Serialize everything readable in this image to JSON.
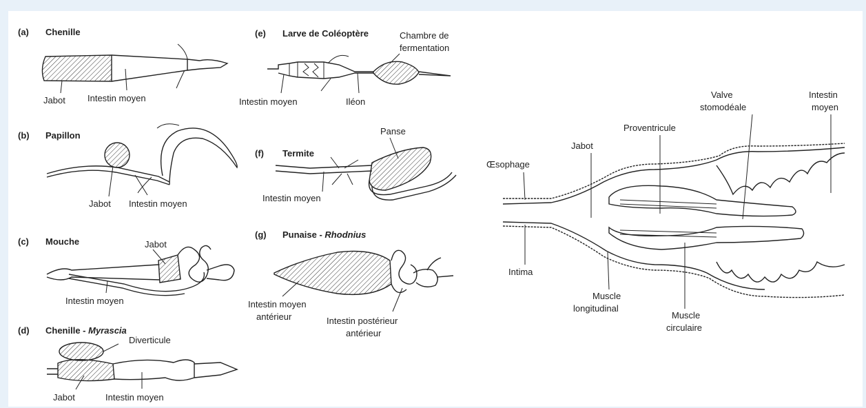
{
  "panels": {
    "a": {
      "letter": "(a)",
      "title": "Chenille",
      "labels": [
        "Jabot",
        "Intestin moyen"
      ]
    },
    "b": {
      "letter": "(b)",
      "title": "Papillon",
      "labels": [
        "Jabot",
        "Intestin moyen"
      ]
    },
    "c": {
      "letter": "(c)",
      "title": "Mouche",
      "labels": [
        "Jabot",
        "Intestin moyen"
      ]
    },
    "d": {
      "letter": "(d)",
      "title": "Chenille - ",
      "title_italic": "Myrascia",
      "labels": [
        "Diverticule",
        "Jabot",
        "Intestin moyen"
      ]
    },
    "e": {
      "letter": "(e)",
      "title": "Larve de Coléoptère",
      "labels": [
        "Chambre de",
        "fermentation",
        "Intestin moyen",
        "Iléon"
      ]
    },
    "f": {
      "letter": "(f)",
      "title": "Termite",
      "labels": [
        "Panse",
        "Intestin moyen"
      ]
    },
    "g": {
      "letter": "(g)",
      "title": "Punaise - ",
      "title_italic": "Rhodnius",
      "labels": [
        "Intestin moyen",
        "antérieur",
        "Intestin postérieur",
        "antérieur"
      ]
    }
  },
  "section": {
    "labels": {
      "oesophage": "Œsophage",
      "jabot": "Jabot",
      "proventricule": "Proventricule",
      "valve_1": "Valve",
      "valve_2": "stomodéale",
      "intestin_1": "Intestin",
      "intestin_2": "moyen",
      "intima": "Intima",
      "muscle_long_1": "Muscle",
      "muscle_long_2": "longitudinal",
      "muscle_circ_1": "Muscle",
      "muscle_circ_2": "circulaire"
    }
  }
}
